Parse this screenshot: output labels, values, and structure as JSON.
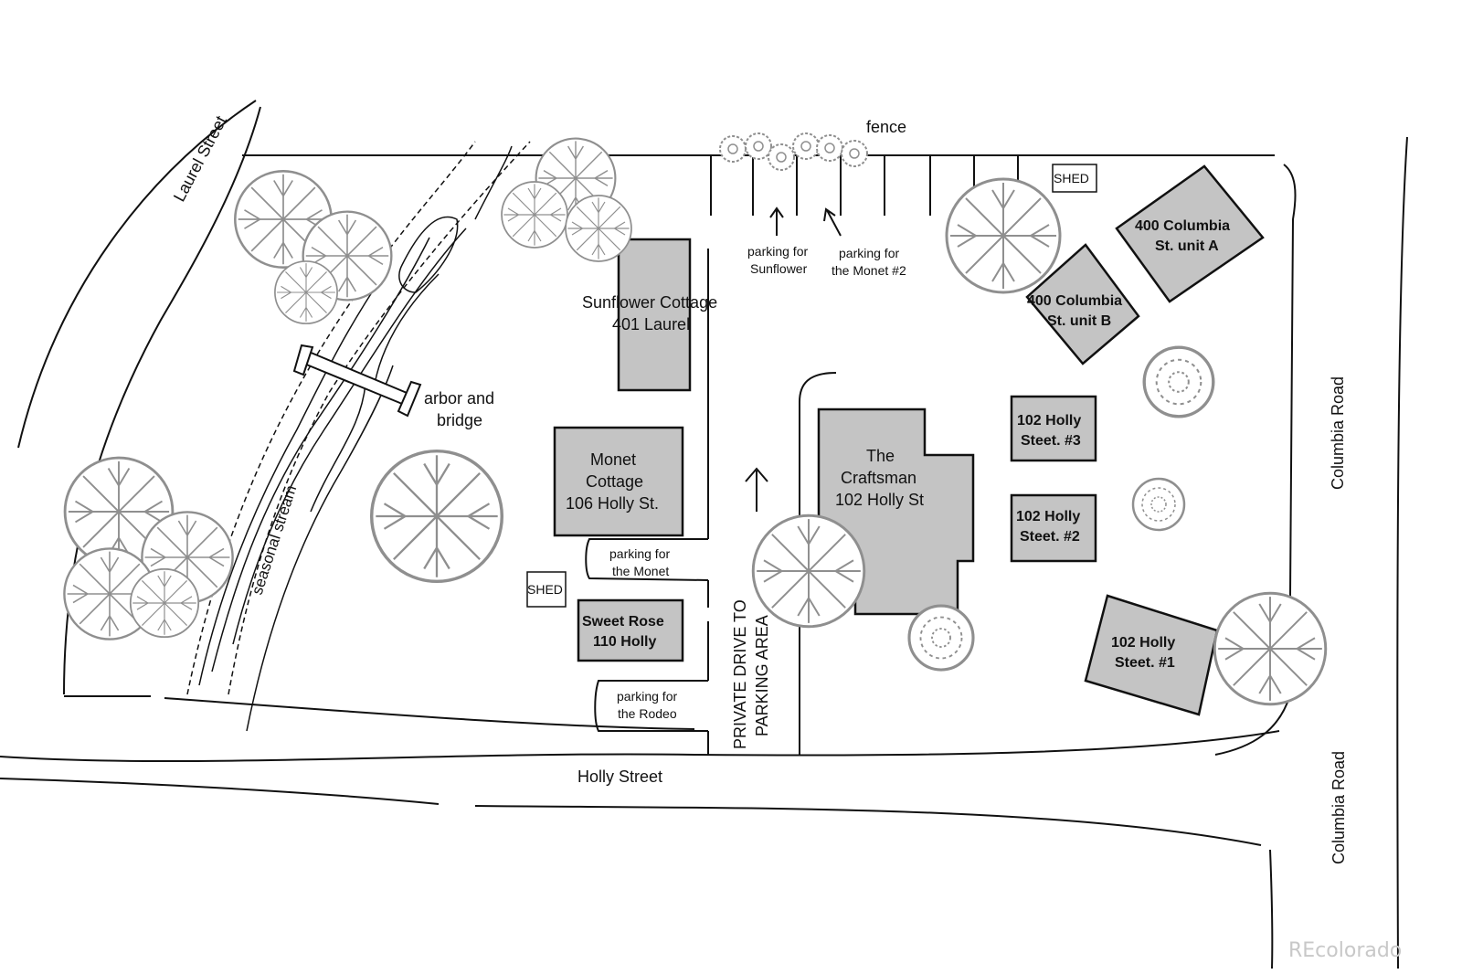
{
  "streets": {
    "laurel": "Laurel Street",
    "holly": "Holly Street",
    "columbia_upper": "Columbia Road",
    "columbia_lower": "Columbia Road"
  },
  "features": {
    "fence": "fence",
    "stream": "seasonal stream",
    "arbor_line1": "arbor and",
    "arbor_line2": "bridge",
    "drive_line1": "PRIVATE DRIVE TO",
    "drive_line2": "PARKING AREA"
  },
  "buildings": {
    "sunflower_line1": "Sunflower Cottage",
    "sunflower_line2": "401 Laurel",
    "monet_line1": "Monet",
    "monet_line2": "Cottage",
    "monet_line3": "106 Holly St.",
    "sweetrose_line1": "Sweet Rose",
    "sweetrose_line2": "110 Holly",
    "craftsman_line1": "The",
    "craftsman_line2": "Craftsman",
    "craftsman_line3": "102 Holly St",
    "colA_line1": "400 Columbia",
    "colA_line2": "St. unit A",
    "colB_line1": "400 Columbia",
    "colB_line2": "St. unit B",
    "h3_line1": "102 Holly",
    "h3_line2": "Steet. #3",
    "h2_line1": "102 Holly",
    "h2_line2": "Steet. #2",
    "h1_line1": "102 Holly",
    "h1_line2": "Steet. #1",
    "shed_left": "SHED",
    "shed_right": "SHED"
  },
  "parking": {
    "sunflower_line1": "parking for",
    "sunflower_line2": "Sunflower",
    "monet2_line1": "parking for",
    "monet2_line2": "the Monet #2",
    "monet_line1": "parking for",
    "monet_line2": "the Monet",
    "rodeo_line1": "parking for",
    "rodeo_line2": "the Rodeo"
  },
  "watermark": "REcolorado",
  "colors": {
    "building_fill": "#c4c4c4",
    "tree_stroke": "#8f8f8f",
    "line": "#111111"
  }
}
